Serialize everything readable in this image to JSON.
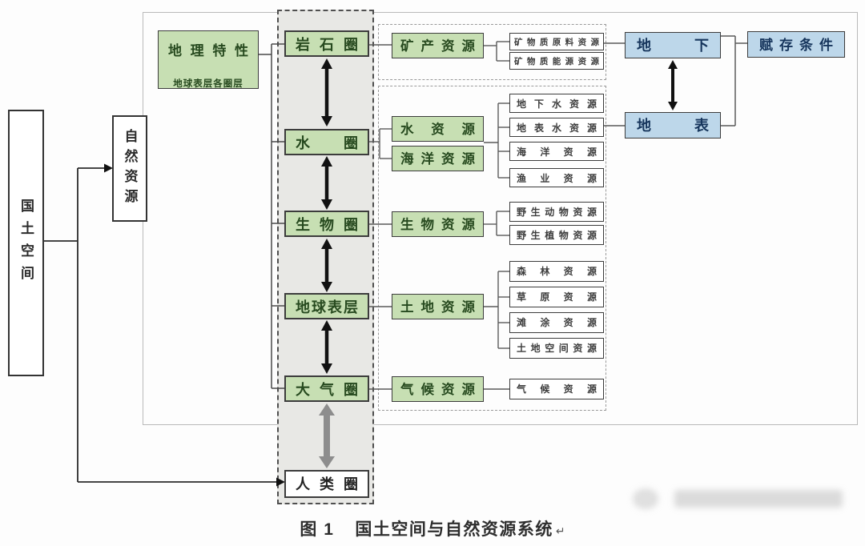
{
  "figure": {
    "caption_prefix": "图 1",
    "caption_title": "国土空间与自然资源系统",
    "return_mark": "↵"
  },
  "left_column": {
    "territory_space": "国土空间",
    "natural_resources": "自然资源"
  },
  "geo_characteristics": {
    "title": "地理特性",
    "subtitle": "地球表层各圈层"
  },
  "spheres": [
    {
      "label": "岩石圈"
    },
    {
      "label": "水圈"
    },
    {
      "label": "生物圈"
    },
    {
      "label": "地球表层"
    },
    {
      "label": "大气圈"
    },
    {
      "label": "人类圈"
    }
  ],
  "resource_categories": [
    {
      "label": "矿产资源"
    },
    {
      "label": "水资源"
    },
    {
      "label": "海洋资源"
    },
    {
      "label": "生物资源"
    },
    {
      "label": "土地资源"
    },
    {
      "label": "气候资源"
    }
  ],
  "sub_resources": [
    {
      "label": "矿物质原料资源"
    },
    {
      "label": "矿物质能源资源"
    },
    {
      "label": "地下水资源"
    },
    {
      "label": "地表水资源"
    },
    {
      "label": "海洋资源"
    },
    {
      "label": "渔业资源"
    },
    {
      "label": "野生动物资源"
    },
    {
      "label": "野生植物资源"
    },
    {
      "label": "森林资源"
    },
    {
      "label": "草原资源"
    },
    {
      "label": "滩涂资源"
    },
    {
      "label": "土地空间资源"
    },
    {
      "label": "气候资源"
    }
  ],
  "location_boxes": {
    "underground": "地下",
    "surface": "地表",
    "occurrence_condition": "赋存条件"
  },
  "colors": {
    "sphere_green": "#c7dfb3",
    "location_blue": "#bdd7ea",
    "column_gray": "#e8e8e5"
  }
}
